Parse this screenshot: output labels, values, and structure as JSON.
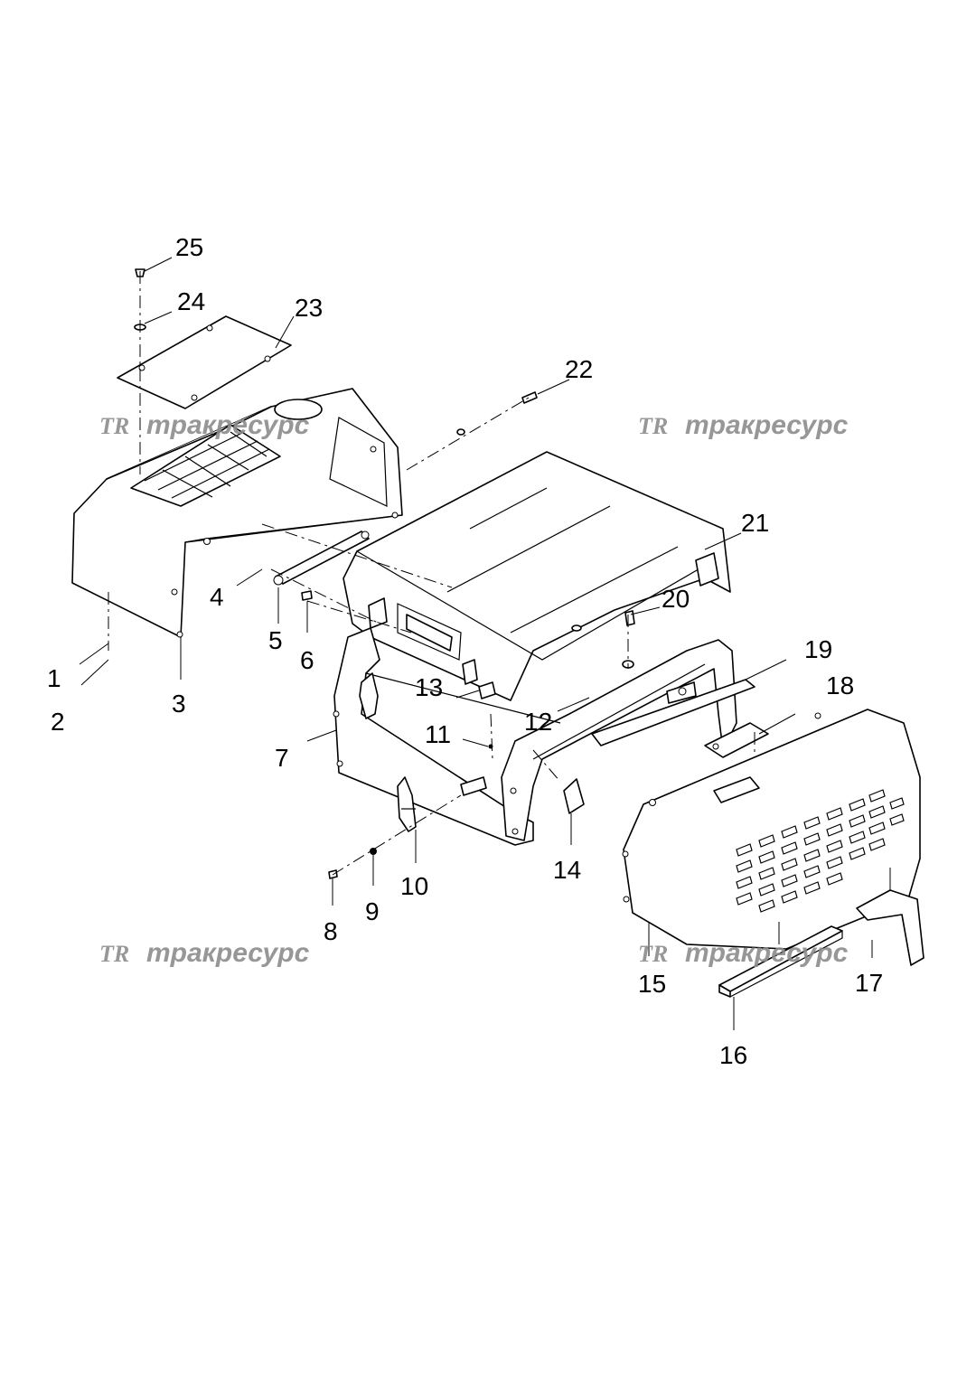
{
  "watermark": {
    "logo": "TR",
    "text": "тракресурс"
  },
  "callouts": [
    "1",
    "2",
    "3",
    "4",
    "5",
    "6",
    "7",
    "8",
    "9",
    "10",
    "11",
    "12",
    "13",
    "14",
    "15",
    "16",
    "17",
    "18",
    "19",
    "20",
    "21",
    "22",
    "23",
    "24",
    "25"
  ]
}
